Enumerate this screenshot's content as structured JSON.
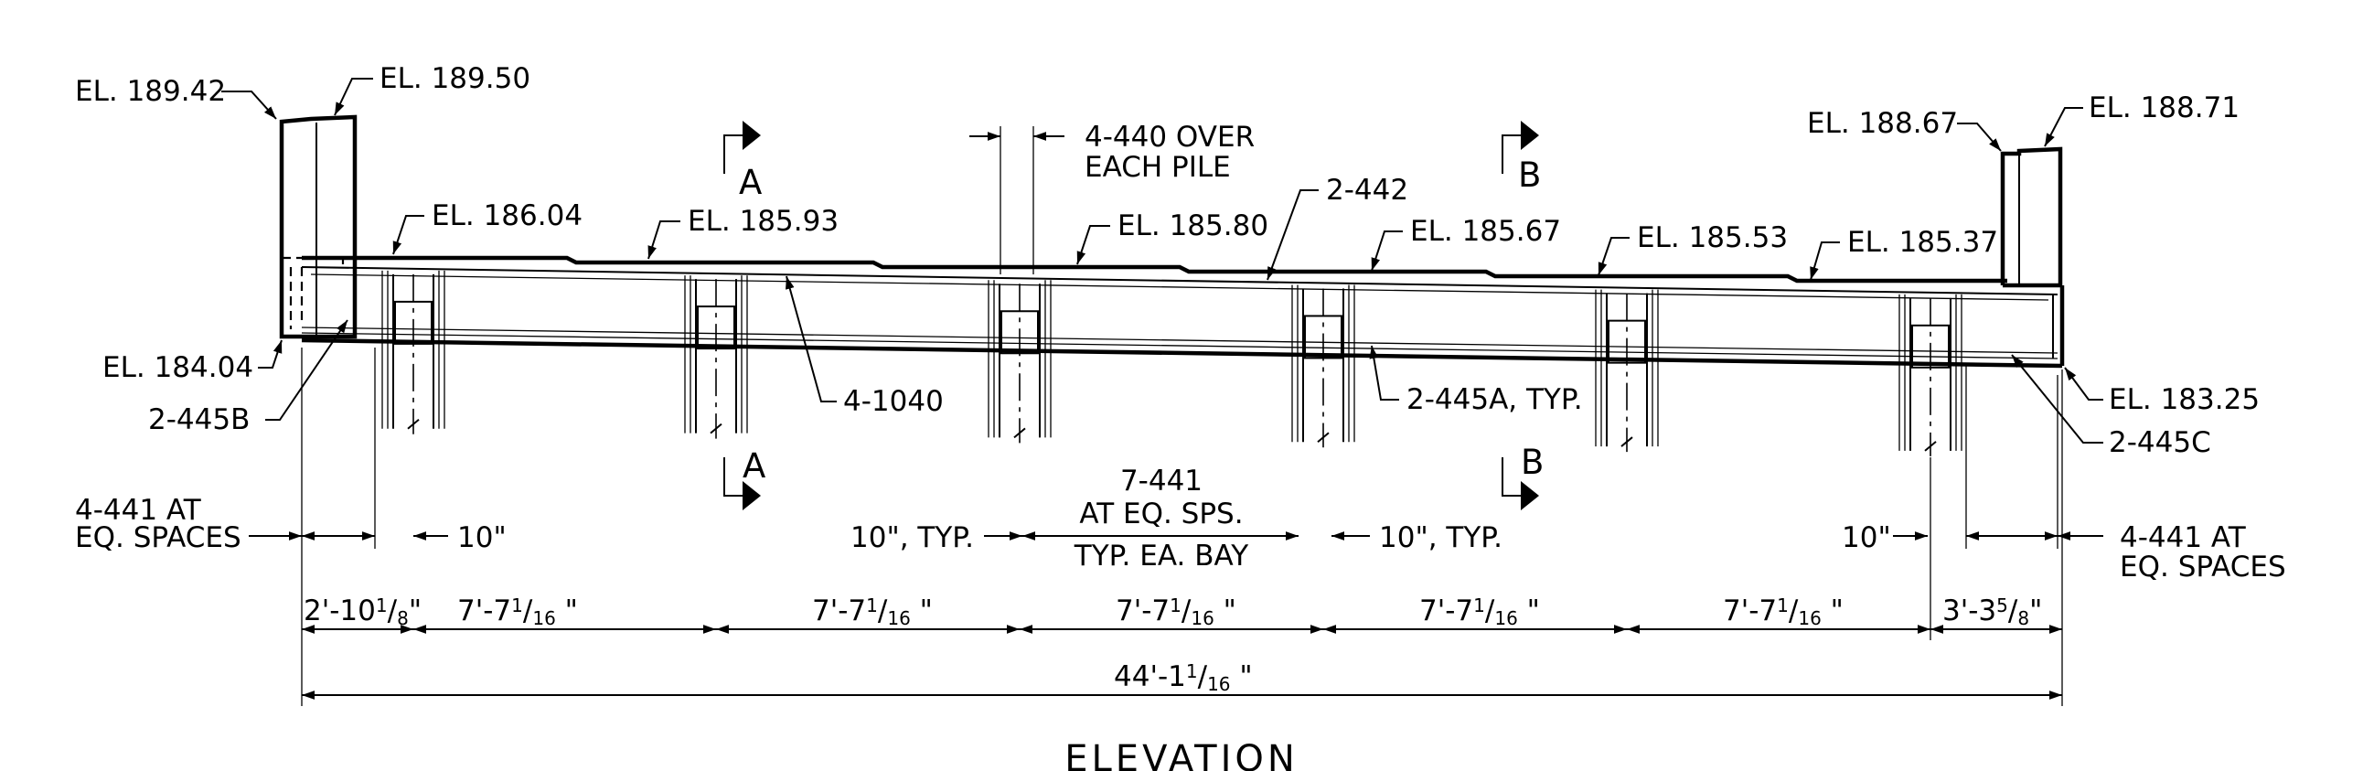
{
  "title": "ELEVATION",
  "elevations": {
    "left_backwall_outer": "EL. 189.42",
    "left_backwall_inner": "EL. 189.50",
    "top_1": "EL. 186.04",
    "top_2": "EL. 185.93",
    "top_3": "EL. 185.80",
    "top_4": "EL. 185.67",
    "top_5": "EL. 185.53",
    "top_6": "EL. 185.37",
    "right_backwall_outer": "EL. 188.67",
    "right_backwall_inner": "EL. 188.71",
    "left_bottom": "EL. 184.04",
    "right_bottom": "EL. 183.25"
  },
  "callouts": {
    "over_pile_1": "4-440 OVER",
    "over_pile_2": "EACH PILE",
    "bar_2_442": "2-442",
    "bar_4_1040": "4-1040",
    "bar_2_445b": "2-445B",
    "bar_2_445a": "2-445A, TYP.",
    "bar_2_445c": "2-445C"
  },
  "sections": {
    "a_top": "A",
    "a_bottom": "A",
    "b_top": "B",
    "b_bottom": "B"
  },
  "spacing_notes": {
    "left_441_1": "4-441 AT",
    "left_441_2": "EQ. SPACES",
    "left_10": "10\"",
    "typ_10_left": "10\", TYP.",
    "mid_441_1": "7-441",
    "mid_441_2": "AT EQ. SPS.",
    "mid_441_3": "TYP. EA. BAY",
    "typ_10_right": "10\", TYP.",
    "right_10": "10\"",
    "right_441_1": "4-441 AT",
    "right_441_2": "EQ. SPACES"
  },
  "dimensions": {
    "end_left": {
      "ft": "2'-10",
      "num": "1",
      "den": "8",
      "tail": "\""
    },
    "bays": [
      {
        "ft": "7'-7",
        "num": "1",
        "den": "16",
        "tail": " \""
      },
      {
        "ft": "7'-7",
        "num": "1",
        "den": "16",
        "tail": " \""
      },
      {
        "ft": "7'-7",
        "num": "1",
        "den": "16",
        "tail": " \""
      },
      {
        "ft": "7'-7",
        "num": "1",
        "den": "16",
        "tail": " \""
      },
      {
        "ft": "7'-7",
        "num": "1",
        "den": "16",
        "tail": " \""
      }
    ],
    "end_right": {
      "ft": "3'-3",
      "num": "5",
      "den": "8",
      "tail": "\""
    },
    "overall": {
      "ft": "44'-1",
      "num": "1",
      "den": "16",
      "tail": " \""
    }
  }
}
